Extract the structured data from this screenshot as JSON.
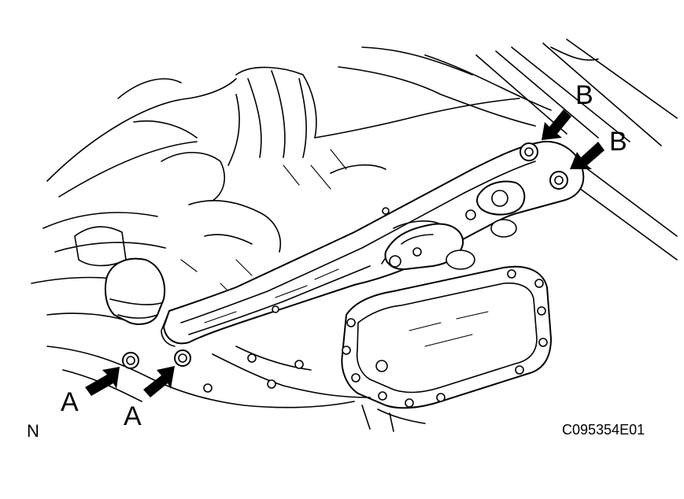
{
  "labels": {
    "a1": "A",
    "a2": "A",
    "b1": "B",
    "b2": "B",
    "n": "N",
    "code": "C095354E01"
  },
  "colors": {
    "ink": "#000000",
    "paper": "#ffffff"
  }
}
